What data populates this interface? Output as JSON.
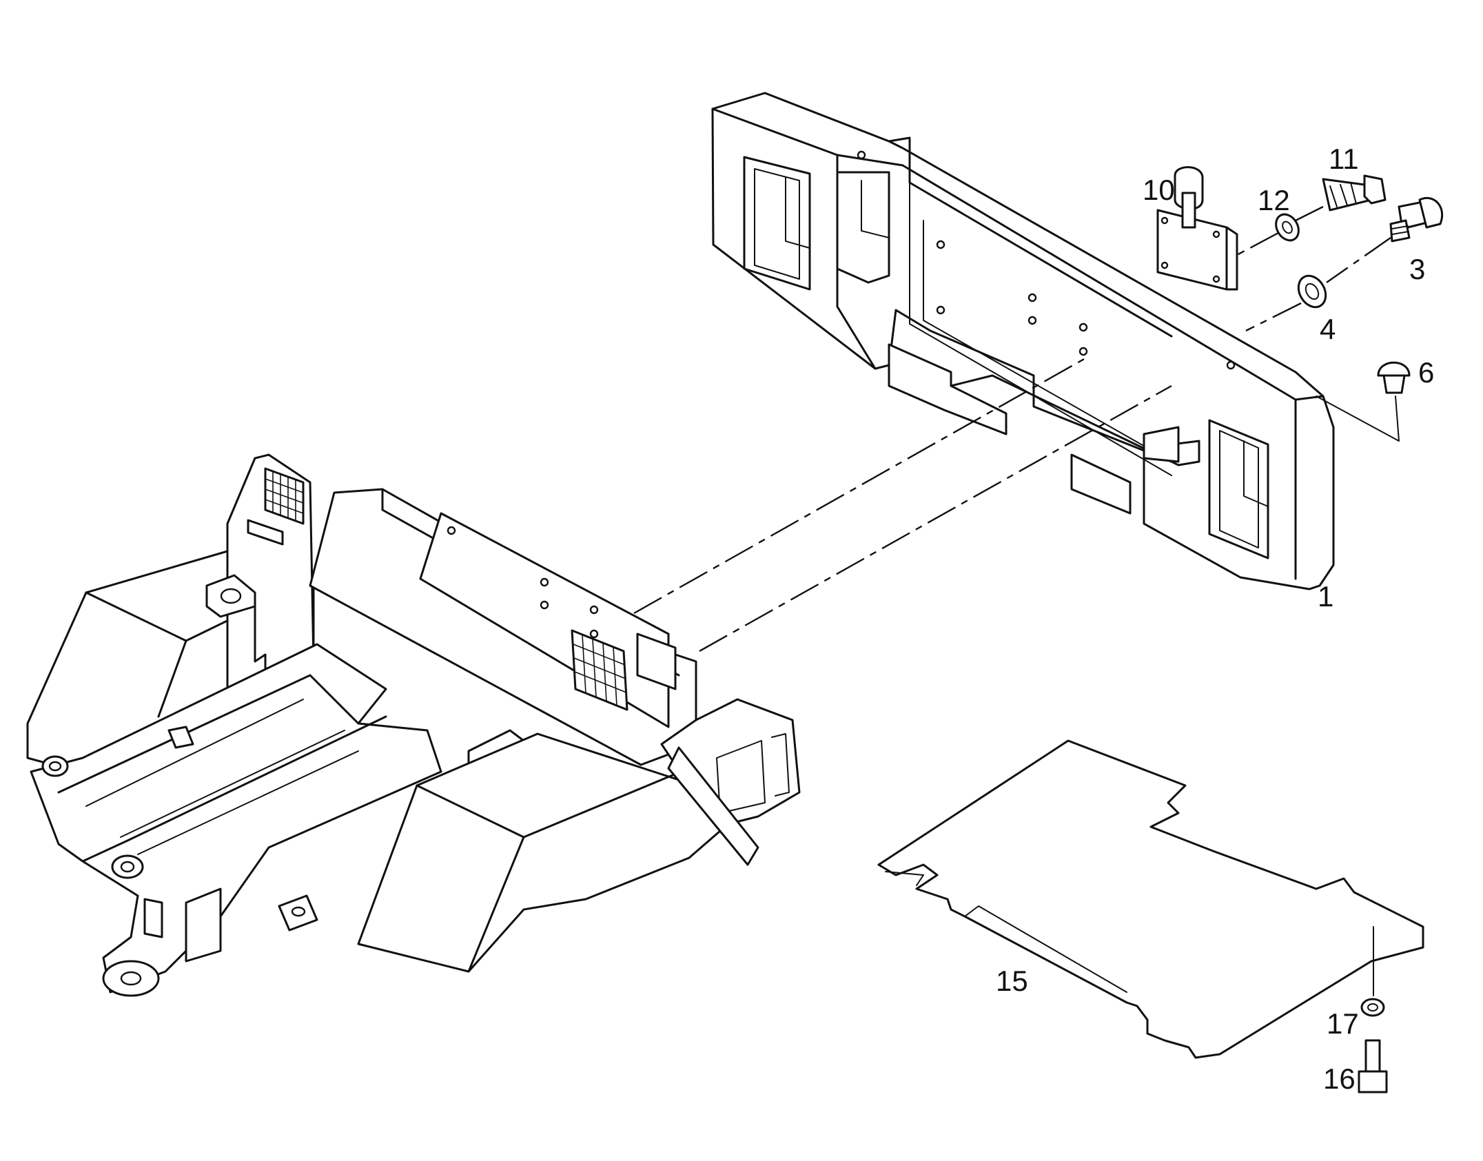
{
  "diagram": {
    "callouts": [
      {
        "id": "c1",
        "text": "1"
      },
      {
        "id": "c3",
        "text": "3"
      },
      {
        "id": "c4",
        "text": "4"
      },
      {
        "id": "c6",
        "text": "6"
      },
      {
        "id": "c10",
        "text": "10"
      },
      {
        "id": "c11",
        "text": "11"
      },
      {
        "id": "c12",
        "text": "12"
      },
      {
        "id": "c15",
        "text": "15"
      },
      {
        "id": "c16",
        "text": "16"
      },
      {
        "id": "c17",
        "text": "17"
      }
    ],
    "colors": {
      "line": "#111111",
      "background": "#ffffff"
    }
  }
}
